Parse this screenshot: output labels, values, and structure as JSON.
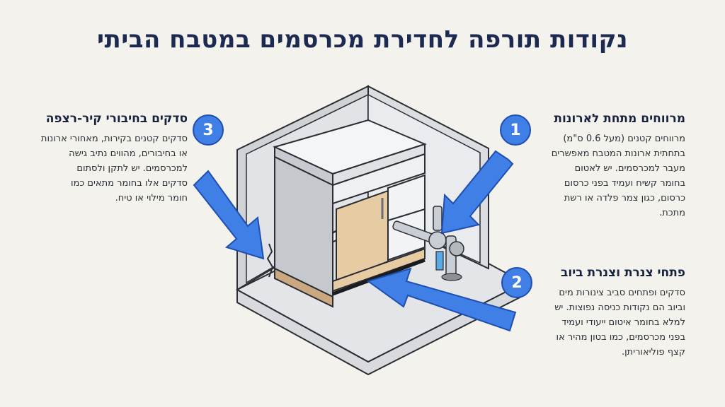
{
  "title": "נקודות תורפה לחדירת מכרסמים במטבח הביתי",
  "callouts": [
    {
      "number": "1",
      "heading": "מרווחים מתחת לארונות",
      "lines": [
        "מרווחים קטנים (מעל 0.6 ס\"מ)",
        "בתחתית ארונות המטבח מאפשרים",
        "מעבר למכרסמים. יש לאטום",
        "בחומר קשיח ועמיד בפני כרסום",
        "כרסום, כגון צמר פלדה או רשת",
        "מתכת."
      ]
    },
    {
      "number": "2",
      "heading": "פתחי צנרת וצנרת ביוב",
      "lines": [
        "סדקים ופתחים סביב צינורות מים",
        "וביוב הם נקודות כניסה נפוצות. יש",
        "למלא בחומר איטום ייעודי ועמיד",
        "בפני מכרסמים, כמו בטון מהיר או",
        "קצף פוליאוריתן."
      ]
    },
    {
      "number": "3",
      "heading": "סדקים בחיבורי קיר-רצפה",
      "lines": [
        "סדקים קטנים בקירות, מאחורי ארונות",
        "או בחיבורים, מהווים נתיב גישה",
        "למכרסמים. יש לתקן ולסתום",
        "סדקים אלו בחומר מתאים כמו",
        "חומר מילוי או טיח."
      ]
    }
  ],
  "colors": {
    "arrow": "#3f7fe6",
    "arrow_edge": "#1f4fb0",
    "badge": "#3f7fe6",
    "title": "#1c2a52",
    "cabinet_door": "#e6cba3",
    "cabinet_body": "#eef0f2",
    "pipe": "#c9ced4",
    "water": "#5aa9e6"
  }
}
